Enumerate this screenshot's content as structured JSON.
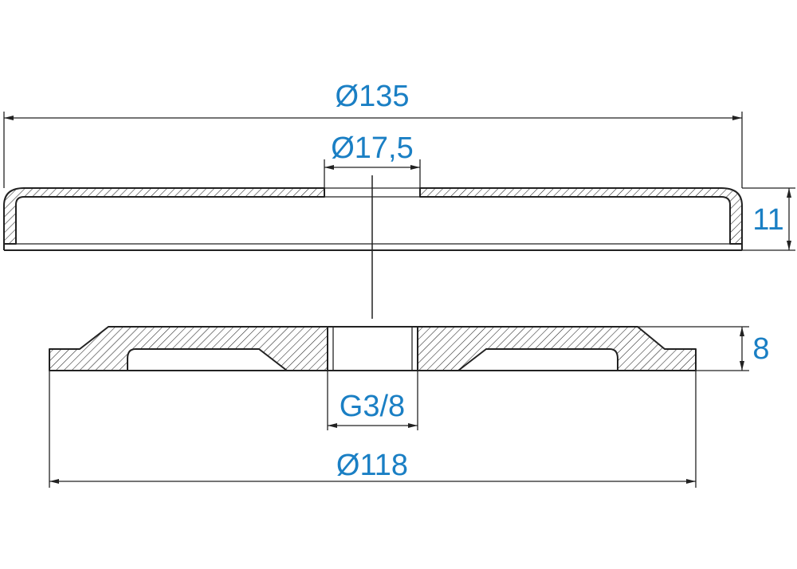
{
  "colors": {
    "dimension_text": "#1a7fc4",
    "line": "#222222",
    "background": "#ffffff"
  },
  "dimensions": {
    "top_outer_diameter": "Ø135",
    "top_hole_diameter": "Ø17,5",
    "top_height": "11",
    "bottom_height": "8",
    "thread": "G3/8",
    "bottom_outer_diameter": "Ø118"
  }
}
